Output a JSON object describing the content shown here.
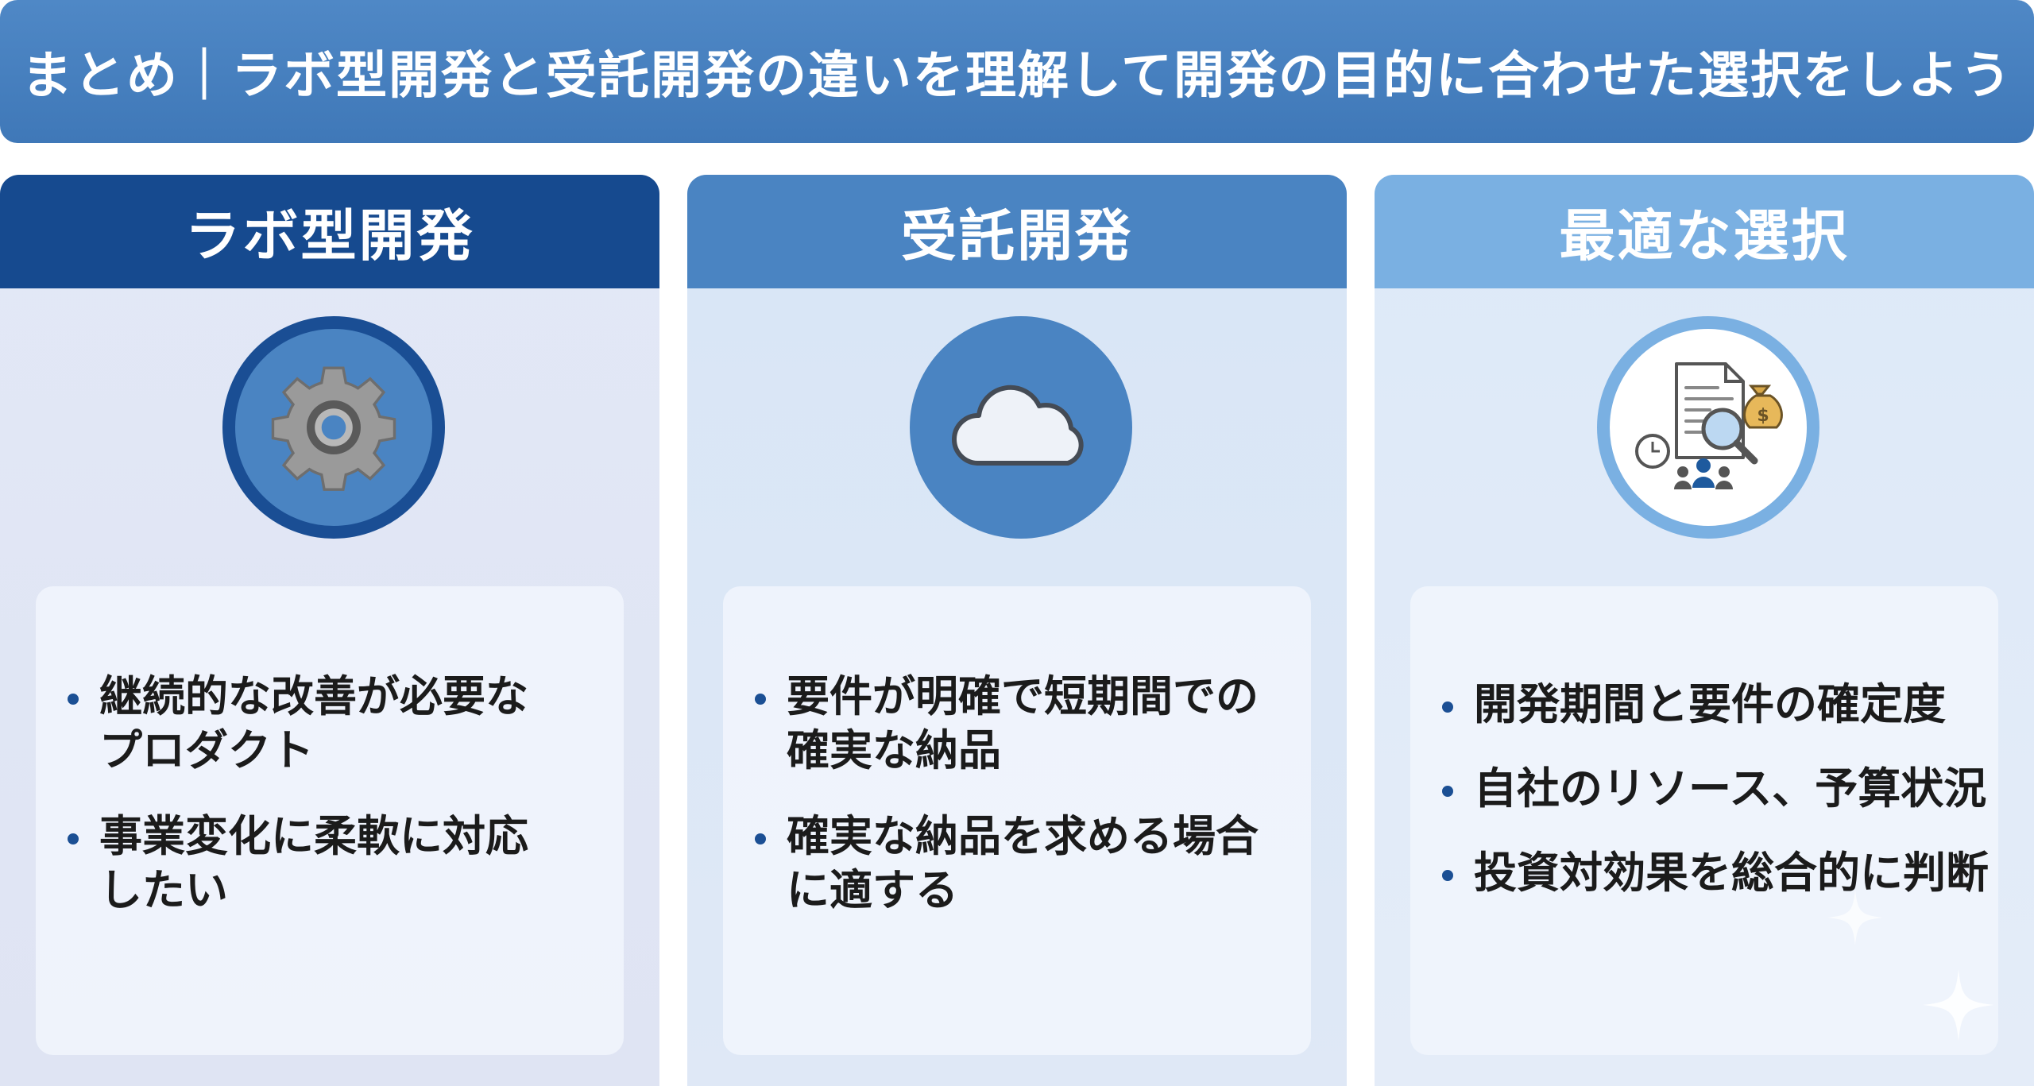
{
  "banner": {
    "title": "まとめ｜ラボ型開発と受託開発の違いを理解して開発の目的に合わせた選択をしよう"
  },
  "columns": [
    {
      "title": "ラボ型開発",
      "icon": "gear-icon",
      "bullets": [
        "継続的な改善が必要なプロダクト",
        "事業変化に柔軟に対応したい"
      ]
    },
    {
      "title": "受託開発",
      "icon": "cloud-icon",
      "bullets": [
        "要件が明確で短期間での確実な納品",
        "確実な納品を求める場合に適する"
      ]
    },
    {
      "title": "最適な選択",
      "icon": "document-analysis-icon",
      "bullets": [
        "開発期間と要件の確定度",
        "自社のリソース、予算状況",
        "投資対効果を総合的に判断"
      ]
    }
  ],
  "colors": {
    "banner": "#4a84c2",
    "lab_header": "#164a8f",
    "contract_header": "#4a84c2",
    "choice_header": "#7ab0e2",
    "bullet_dot": "#1b4f94"
  }
}
